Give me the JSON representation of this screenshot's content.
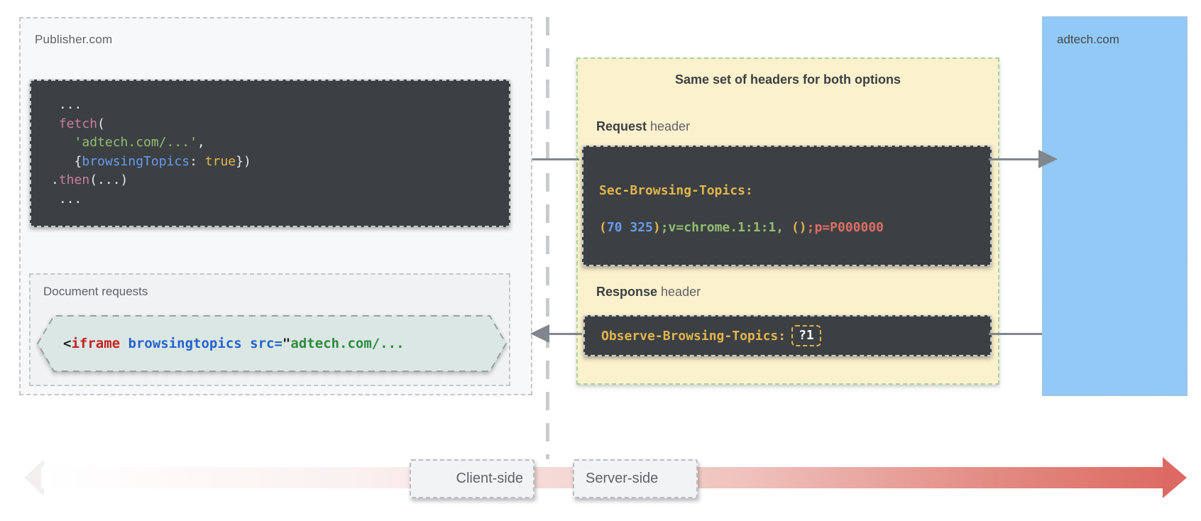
{
  "publisher": {
    "label": "Publisher.com",
    "fetch_code": {
      "lines": [
        [
          {
            "t": " ...",
            "c": "w"
          }
        ],
        [
          {
            "t": " ",
            "c": "w"
          },
          {
            "t": "fetch",
            "c": "pink"
          },
          {
            "t": "(",
            "c": "w"
          }
        ],
        [
          {
            "t": "   ",
            "c": "w"
          },
          {
            "t": "'adtech.com/...'",
            "c": "green"
          },
          {
            "t": ",",
            "c": "w"
          }
        ],
        [
          {
            "t": "   {",
            "c": "w"
          },
          {
            "t": "browsingTopics",
            "c": "blue"
          },
          {
            "t": ": ",
            "c": "w"
          },
          {
            "t": "true",
            "c": "yellow"
          },
          {
            "t": "})",
            "c": "w"
          }
        ],
        [
          {
            "t": ".",
            "c": "w"
          },
          {
            "t": "then",
            "c": "pink"
          },
          {
            "t": "(...)",
            "c": "w"
          }
        ],
        [
          {
            "t": " ...",
            "c": "w"
          }
        ]
      ]
    },
    "document_requests": {
      "label": "Document requests",
      "code_tokens": [
        {
          "t": "<",
          "c": "dk"
        },
        {
          "t": "iframe",
          "c": "red2"
        },
        {
          "t": " ",
          "c": "dk"
        },
        {
          "t": "browsingtopics",
          "c": "blue2"
        },
        {
          "t": " ",
          "c": "dk"
        },
        {
          "t": "src=",
          "c": "blue2"
        },
        {
          "t": "\"",
          "c": "dk"
        },
        {
          "t": "adtech.com/...",
          "c": "green2"
        }
      ]
    }
  },
  "headers_panel": {
    "title": "Same set of headers for both options",
    "request_label_bold": "Request",
    "request_label_rest": " header",
    "request_code": {
      "lines": [
        [
          {
            "t": "Sec-Browsing-Topics:",
            "c": "yellow"
          }
        ],
        [
          {
            "t": "(",
            "c": "yellow"
          },
          {
            "t": "70 325",
            "c": "blue"
          },
          {
            "t": ")",
            "c": "yellow"
          },
          {
            "t": ";v=chrome.1:1:1,",
            "c": "green"
          },
          {
            "t": " ()",
            "c": "yellow"
          },
          {
            "t": ";p=P000000",
            "c": "red"
          }
        ]
      ]
    },
    "response_label_bold": "Response",
    "response_label_rest": " header",
    "response_code_tokens": [
      {
        "t": "Observe-Browsing-Topics:",
        "c": "yellow"
      }
    ],
    "response_value": "?1"
  },
  "adtech": {
    "label": "adtech.com"
  },
  "timeline": {
    "client_label": "Client-side",
    "server_label": "Server-side"
  },
  "colors": {
    "panel_bg": "#fcf1cd",
    "adtech_bg": "#92c9f7",
    "code_bg": "#3c4043",
    "arrow_gray": "#80868b",
    "timeline_red": "#dd6b63",
    "token_yellow": "#e3b54e",
    "token_blue": "#699bf0",
    "token_green": "#93bd72",
    "token_red": "#dd6e64",
    "token_pink": "#cb7e9d"
  }
}
